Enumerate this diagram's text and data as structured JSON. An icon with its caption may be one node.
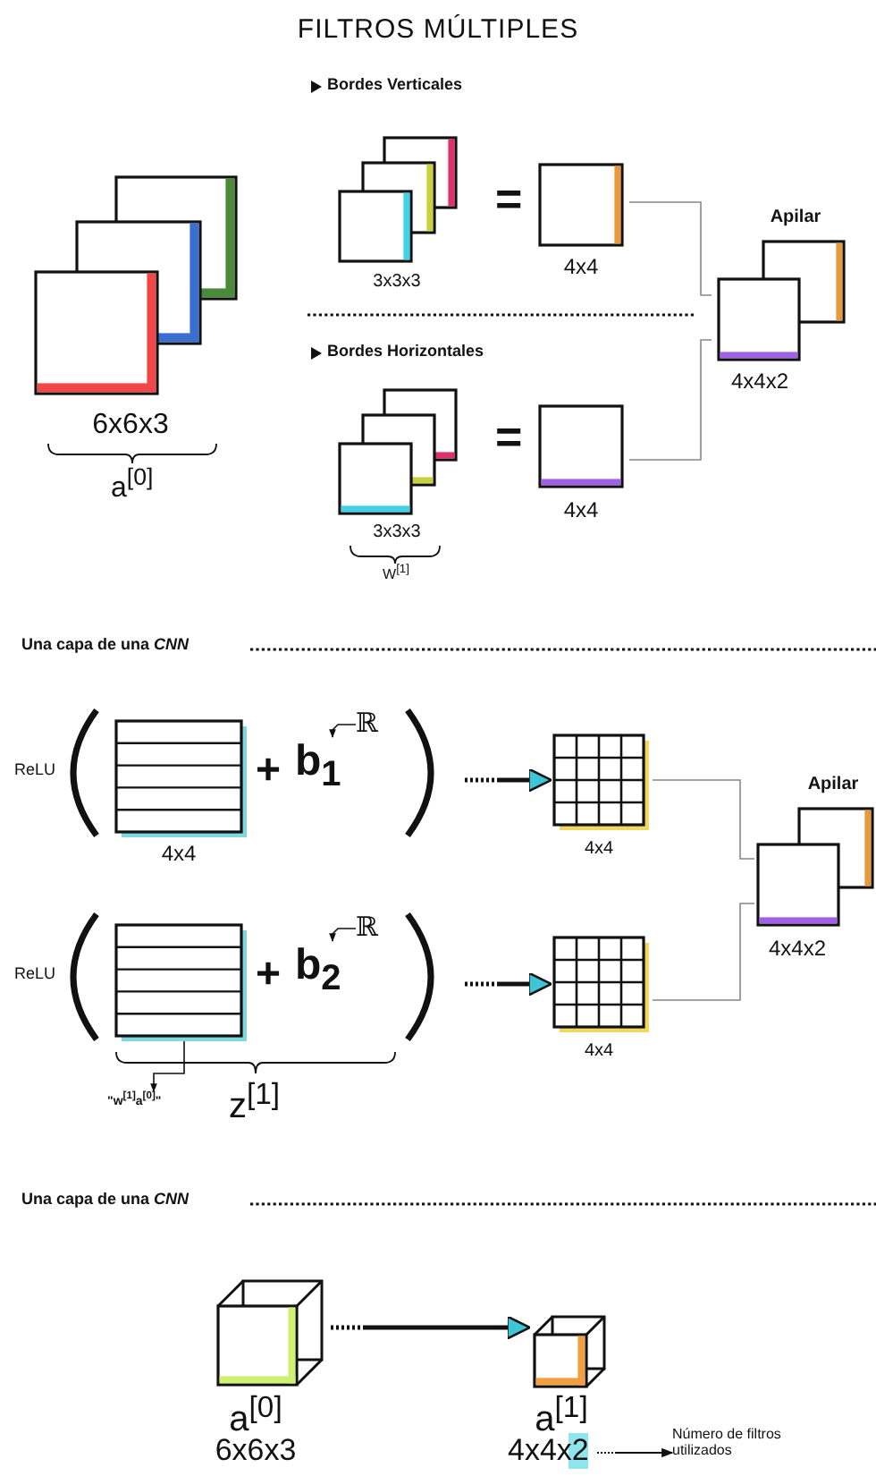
{
  "diagram": {
    "title": "FILTROS MÚLTIPLES",
    "nodes": [
      {
        "text": [
          "6x6x3"
        ]
      },
      {
        "text": [
          "3x3x3"
        ]
      },
      {
        "text": [
          "4x4"
        ]
      },
      {
        "text": [
          "3x3x3"
        ]
      },
      {
        "text": [
          "4x4"
        ]
      },
      {
        "text": [
          "Apilar",
          "4x4x2"
        ]
      },
      {
        "text": [
          "ReLU"
        ]
      },
      {
        "text": [
          "4x4"
        ],
        "in": 6
      },
      {
        "text": [
          "b$_{1}$"
        ],
        "in": 6
      },
      {
        "text": [
          "ℝ"
        ],
        "in": 6
      },
      {
        "text": [
          "4x4"
        ]
      },
      {
        "text": [
          "ReLU"
        ]
      },
      {
        "text": [],
        "shape": "grid",
        "in": 11
      },
      {
        "text": [
          "b$_{2}$"
        ],
        "in": 11
      },
      {
        "text": [
          "ℝ"
        ],
        "in": 11
      },
      {
        "text": [
          "4x4"
        ]
      },
      {
        "text": [
          "Apilar",
          "4x4x2"
        ]
      },
      {
        "text": [
          "\"w$^{[1]}$a$^{[0]}$\""
        ]
      },
      {
        "text": [
          "a$^{[0]}$",
          "6x6x3"
        ]
      },
      {
        "text": [
          "a$^{[1]}$"
        ]
      },
      {
        "text": [
          "4x4x2"
        ]
      },
      {
        "text": [
          "Número de filtros utilizados"
        ]
      }
    ],
    "edges": [
      {
        "from": 2,
        "to": 5,
        "arrow": "none",
        "color": "#888888"
      },
      {
        "from": 4,
        "to": 5,
        "arrow": "none",
        "color": "#888888"
      },
      {
        "from": 9,
        "to": 8,
        "arrow": "to"
      },
      {
        "from": 6,
        "to": 10,
        "arrow": "to",
        "style": "dashed"
      },
      {
        "from": 14,
        "to": 13,
        "arrow": "to"
      },
      {
        "from": 11,
        "to": 15,
        "arrow": "to",
        "style": "dashed"
      },
      {
        "from": 10,
        "to": 16,
        "arrow": "none",
        "color": "#888888"
      },
      {
        "from": 15,
        "to": 16,
        "arrow": "none",
        "color": "#888888"
      },
      {
        "from": 12,
        "to": 17,
        "arrow": "to"
      },
      {
        "from": 18,
        "to": 19,
        "arrow": "to",
        "style": "dashed"
      },
      {
        "from": 20,
        "to": 21,
        "arrow": "to",
        "style": "dashed"
      }
    ],
    "labels": [
      "Bordes Verticales",
      "=",
      "Bordes Horizontales",
      "a$^{[0]}$",
      "=",
      "W$^{[1]}$",
      "Una capa de una *CNN*",
      "+",
      "+",
      "z$^{[1]}$",
      "Una capa de una *CNN*"
    ]
  }
}
